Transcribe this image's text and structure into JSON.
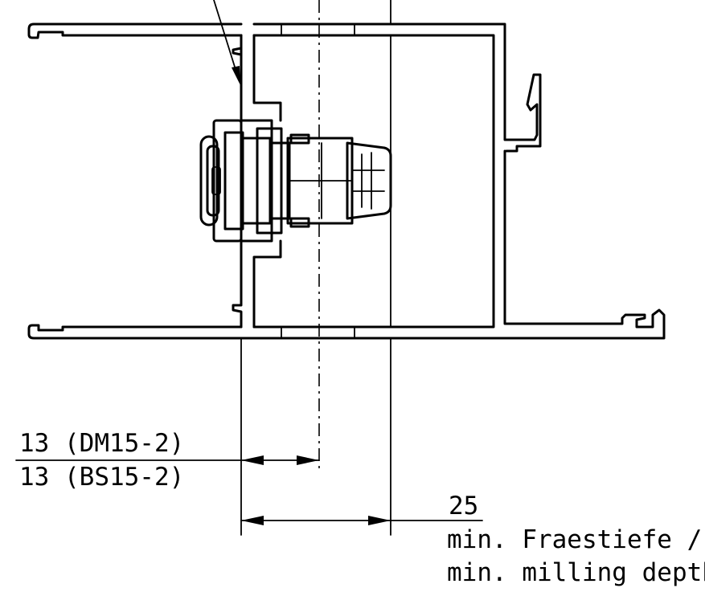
{
  "dimensions": {
    "lock_offset": {
      "line1": "13 (DM15-2)",
      "line2": "13 (BS15-2)"
    },
    "milling": {
      "value": "25",
      "line1": "min. Fraestiefe /",
      "line2": "min. milling depth"
    }
  },
  "colors": {
    "line": "#000000",
    "background": "#ffffff"
  }
}
